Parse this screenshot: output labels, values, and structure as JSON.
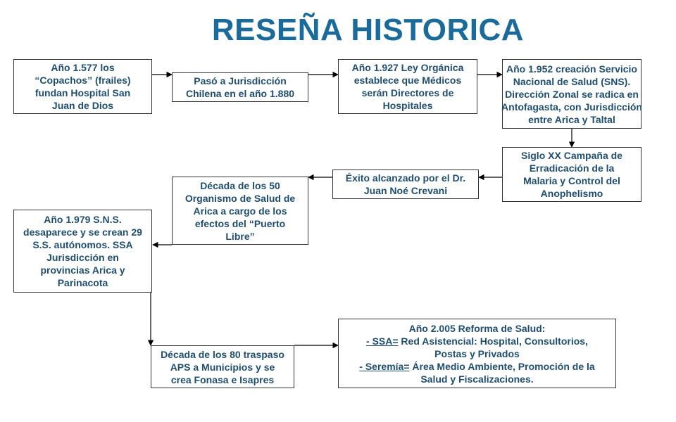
{
  "title": "RESEÑA HISTORICA",
  "colors": {
    "title": "#1a6b9a",
    "text": "#1f4e70",
    "border": "#333333",
    "arrow": "#000000"
  },
  "boxes": {
    "b1577": {
      "lines": [
        "Año 1.577 los",
        "“Copachos” (frailes)",
        "fundan Hospital San",
        "Juan de Dios"
      ]
    },
    "b1880": {
      "lines": [
        "Pasó a Jurisdicción",
        "Chilena en el año 1.880"
      ]
    },
    "b1927": {
      "lines": [
        "Año 1.927 Ley Orgánica",
        "establece que Médicos",
        "serán Directores de",
        "Hospitales"
      ]
    },
    "b1952": {
      "lines": [
        "Año 1.952 creación Servicio",
        "Nacional de Salud (SNS).",
        "Dirección Zonal se radica en",
        "Antofagasta, con Jurisdicción",
        "entre Arica y Taltal"
      ]
    },
    "bxx": {
      "lines": [
        "Siglo XX Campaña de",
        "Erradicación de la",
        "Malaria y Control del",
        "Anophelismo"
      ]
    },
    "bexito": {
      "lines": [
        "Éxito alcanzado por el Dr.",
        "Juan Noé Crevani"
      ]
    },
    "b50": {
      "lines": [
        "Década de los 50",
        "Organismo de Salud de",
        "Arica a cargo de los",
        "efectos del “Puerto",
        "Libre”"
      ]
    },
    "b1979": {
      "lines": [
        "Año 1.979 S.N.S.",
        "desaparece y se crean 29",
        "S.S. autónomos.  SSA",
        "Jurisdicción en",
        "provincias Arica y",
        "Parinacota"
      ]
    },
    "b80": {
      "lines": [
        "Década de los 80 traspaso",
        "APS a Municipios y se",
        "crea Fonasa e Isapres"
      ]
    },
    "b2005": {
      "line1": "Año 2.005 Reforma de Salud:",
      "ssa_label": "- SSA=",
      "ssa_text": " Red Asistencial: Hospital, Consultorios,",
      "ssa_text2": "Postas y Privados",
      "seremia_label": "- Seremía=",
      "seremia_text": " Área Medio Ambiente, Promoción de la",
      "seremia_text2": "Salud y Fiscalizaciones."
    }
  }
}
